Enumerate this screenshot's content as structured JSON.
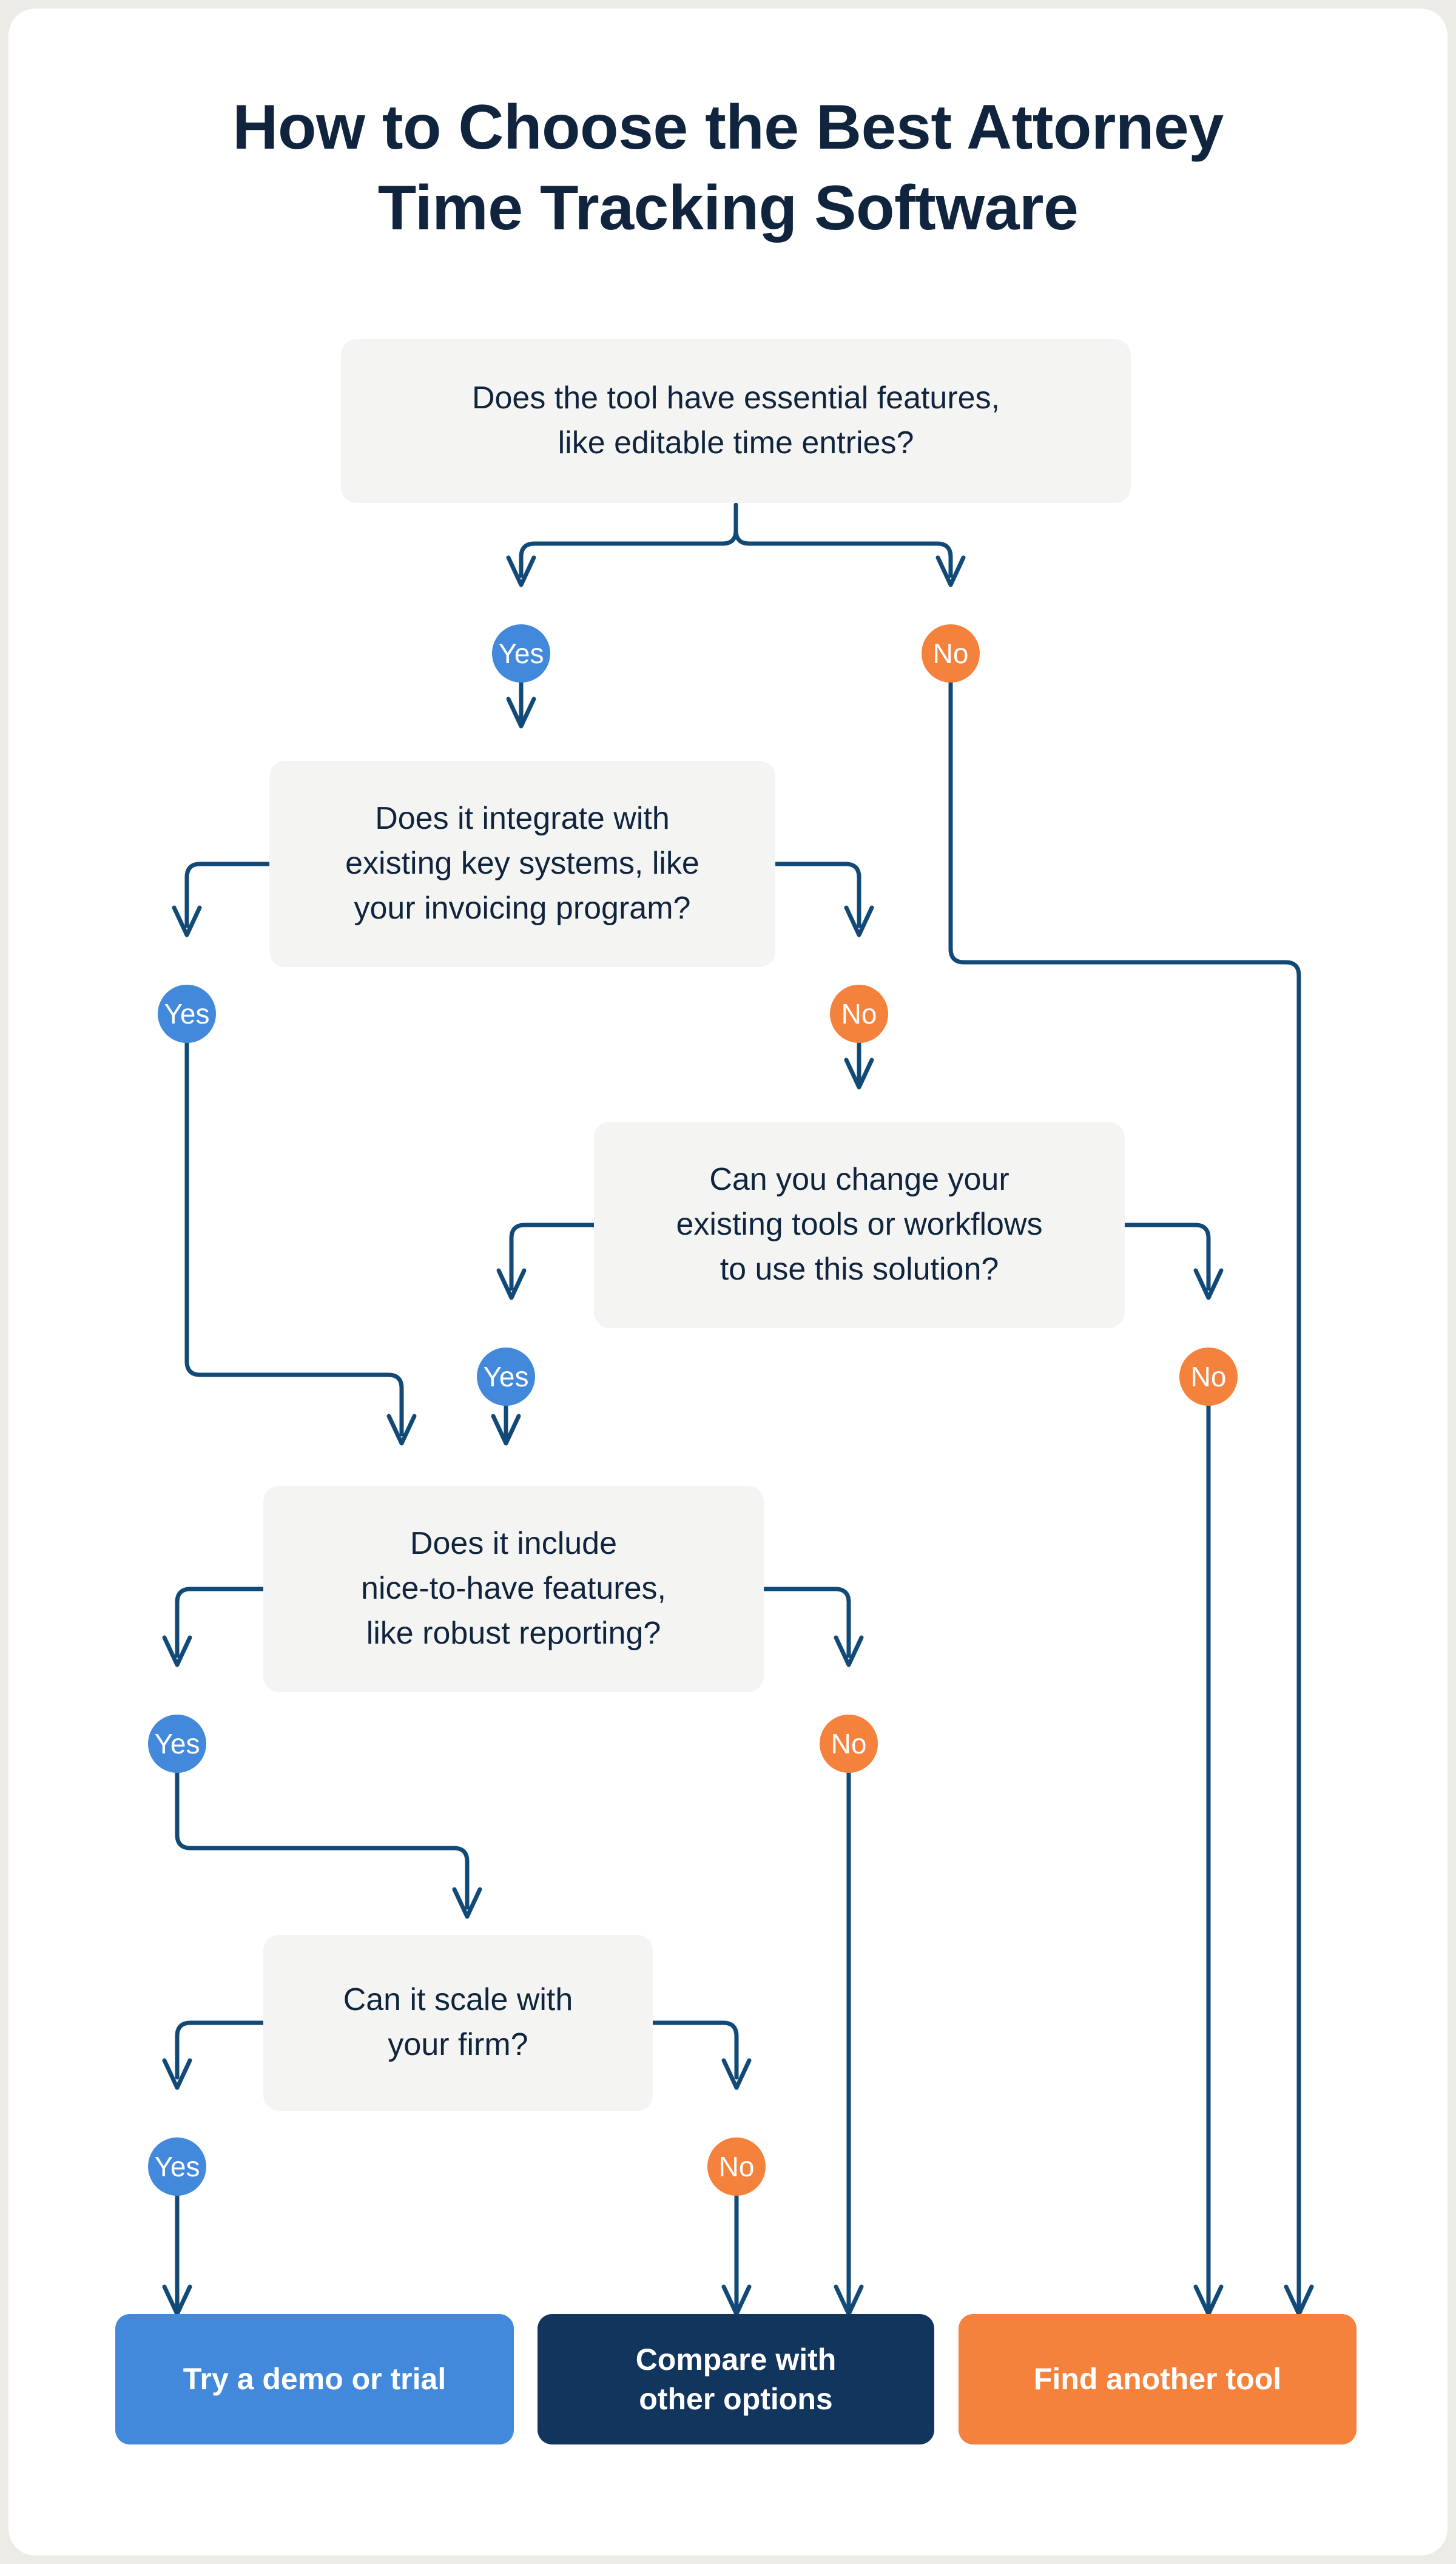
{
  "theme": {
    "page_background": "#EDEBE5",
    "card_background": "#FFFFFF",
    "box_background": "#F4F4F3",
    "text_dark": "#10243E",
    "connector": "#124A77",
    "yes_blue": "#4289DC",
    "no_orange": "#F5823C",
    "navy": "#12355E"
  },
  "title": {
    "line1": "How to Choose the Best Attorney",
    "line2": "Time Tracking Software"
  },
  "labels": {
    "yes": "Yes",
    "no": "No"
  },
  "questions": [
    {
      "id": "q1-essential-features",
      "line1": "Does the tool have essential features,",
      "line2": "like editable time entries?"
    },
    {
      "id": "q2-integrations",
      "line1": "Does it integrate with",
      "line2": "existing key systems, like",
      "line3": "your invoicing program?"
    },
    {
      "id": "q3-change-workflows",
      "line1": "Can you change your",
      "line2": "existing tools or workflows",
      "line3": "to use this solution?"
    },
    {
      "id": "q4-nice-to-have",
      "line1": "Does it include",
      "line2": "nice-to-have features,",
      "line3": "like robust reporting?"
    },
    {
      "id": "q5-scale",
      "line1": "Can it scale with",
      "line2": "your firm?"
    }
  ],
  "outcomes": [
    {
      "id": "try-demo",
      "line1": "Try a demo or trial",
      "line2": "",
      "color": "#4289DC"
    },
    {
      "id": "compare-options",
      "line1": "Compare with",
      "line2": "other options",
      "color": "#12355E"
    },
    {
      "id": "find-another-tool",
      "line1": "Find another tool",
      "line2": "",
      "color": "#F5823C"
    }
  ]
}
